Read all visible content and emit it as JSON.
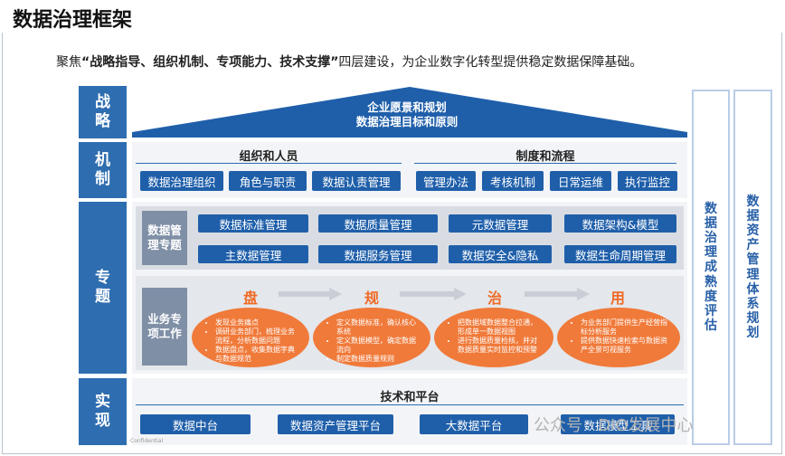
{
  "title": "数据治理框架",
  "subtitle": {
    "prefix": "聚焦",
    "highlight": "“战略指导、组织机制、专项能力、技术支撑”",
    "suffix": "四层建设，为企业数字化转型提供稳定数据保障基础。"
  },
  "layers": {
    "strategy": "战略",
    "mechanism": "机制",
    "topic": "专题",
    "practice": "实现"
  },
  "strategy_roof": {
    "line1": "企业愿景和规划",
    "line2": "数据治理目标和原则"
  },
  "mechanism": {
    "org_title": "组织和人员",
    "org_items": [
      "数据治理组织",
      "角色与职责",
      "数据认责管理"
    ],
    "process_title": "制度和流程",
    "process_items": [
      "管理办法",
      "考核机制",
      "日常运维",
      "执行监控"
    ]
  },
  "topic": {
    "mgmt_label": "数据管理专题",
    "mgmt_items": [
      "数据标准管理",
      "数据质量管理",
      "元数据管理",
      "数据架构&模型",
      "主数据管理",
      "数据服务管理",
      "数据安全&隐私",
      "数据生命周期管理"
    ],
    "work_label": "业务专项工作",
    "stages": [
      "盘",
      "规",
      "治",
      "用"
    ],
    "stage_details": [
      [
        "发现业务痛点",
        "调研业务部门，梳理业务流程，分析数据问题",
        "数据盘点，收集数据字典与数据规范"
      ],
      [
        "定义数据标准，确认核心系统",
        "定义数据模型，确定数据流向",
        "制定数据质量规则"
      ],
      [
        "把数据域数据整合拉通，形成单一数据视图",
        "进行数据质量检核，并对数据质量实时监控和预警"
      ],
      [
        "为业务部门提供生产经营指标分析服务",
        "提供数据快速检索与数据资产全景可视服务"
      ]
    ]
  },
  "practice": {
    "title": "技术和平台",
    "items": [
      "数据中台",
      "数据资产管理平台",
      "大数据平台",
      "数据模型工具"
    ],
    "confidential": "Confidential"
  },
  "right_columns": [
    "数据治理成熟度评估",
    "数据资产管理体系规划"
  ],
  "watermark": "公众号 · DIO发展中心",
  "colors": {
    "primary_blue": "#1f5faa",
    "accent_orange": "#f06a25",
    "panel_gray": "#d9dde3"
  }
}
